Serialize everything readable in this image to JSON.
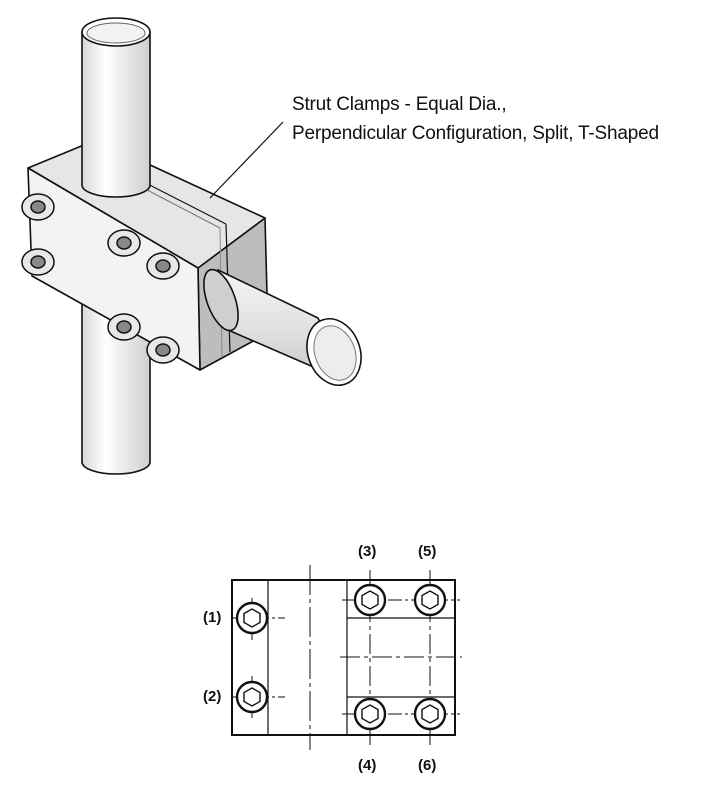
{
  "caption": {
    "line1": "Strut Clamps - Equal Dia.,",
    "line2": "Perpendicular Configuration, Split, T-Shaped"
  },
  "bolt_labels": [
    "(1)",
    "(2)",
    "(3)",
    "(4)",
    "(5)",
    "(6)"
  ]
}
